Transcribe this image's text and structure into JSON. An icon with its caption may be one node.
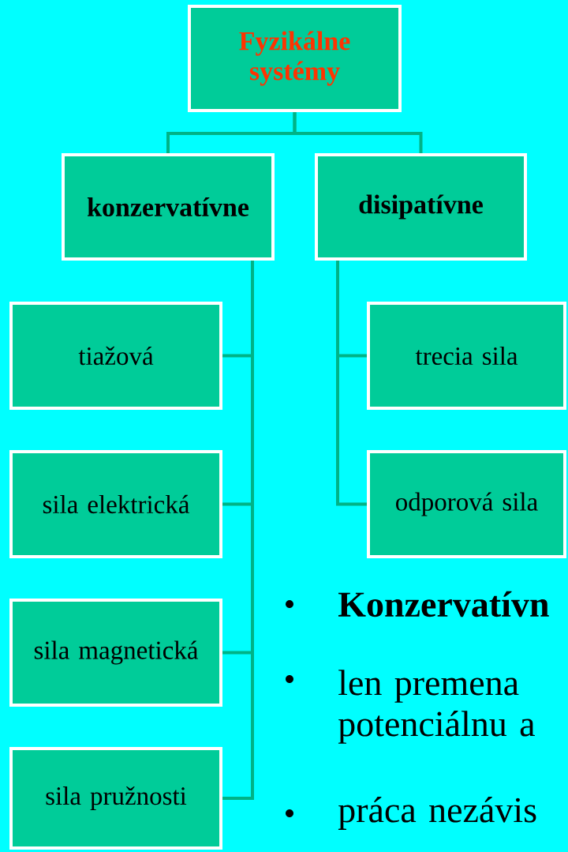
{
  "diagram": {
    "nodes": [
      {
        "text": [
          "Fyzikálne systémy"
        ]
      },
      {
        "text": [
          "konzervatívne"
        ]
      },
      {
        "text": [
          "disipatívne"
        ]
      },
      {
        "text": [
          "tiažová"
        ]
      },
      {
        "text": [
          "sila elektrická"
        ]
      },
      {
        "text": [
          "sila magnetická"
        ]
      },
      {
        "text": [
          "sila pružnosti"
        ]
      },
      {
        "text": [
          "trecia sila"
        ]
      },
      {
        "text": [
          "odporová sila"
        ]
      }
    ],
    "edges": [
      {
        "from": 0,
        "to": 1,
        "arrow": "none"
      },
      {
        "from": 0,
        "to": 2,
        "arrow": "none"
      },
      {
        "from": 1,
        "to": 3,
        "arrow": "none"
      },
      {
        "from": 1,
        "to": 4,
        "arrow": "none"
      },
      {
        "from": 1,
        "to": 5,
        "arrow": "none"
      },
      {
        "from": 1,
        "to": 6,
        "arrow": "none"
      },
      {
        "from": 2,
        "to": 7,
        "arrow": "none"
      },
      {
        "from": 2,
        "to": 8,
        "arrow": "none"
      }
    ],
    "labels": [
      "Konzervatívn",
      "len premena potenciálnu a",
      "práca nezávis"
    ]
  }
}
